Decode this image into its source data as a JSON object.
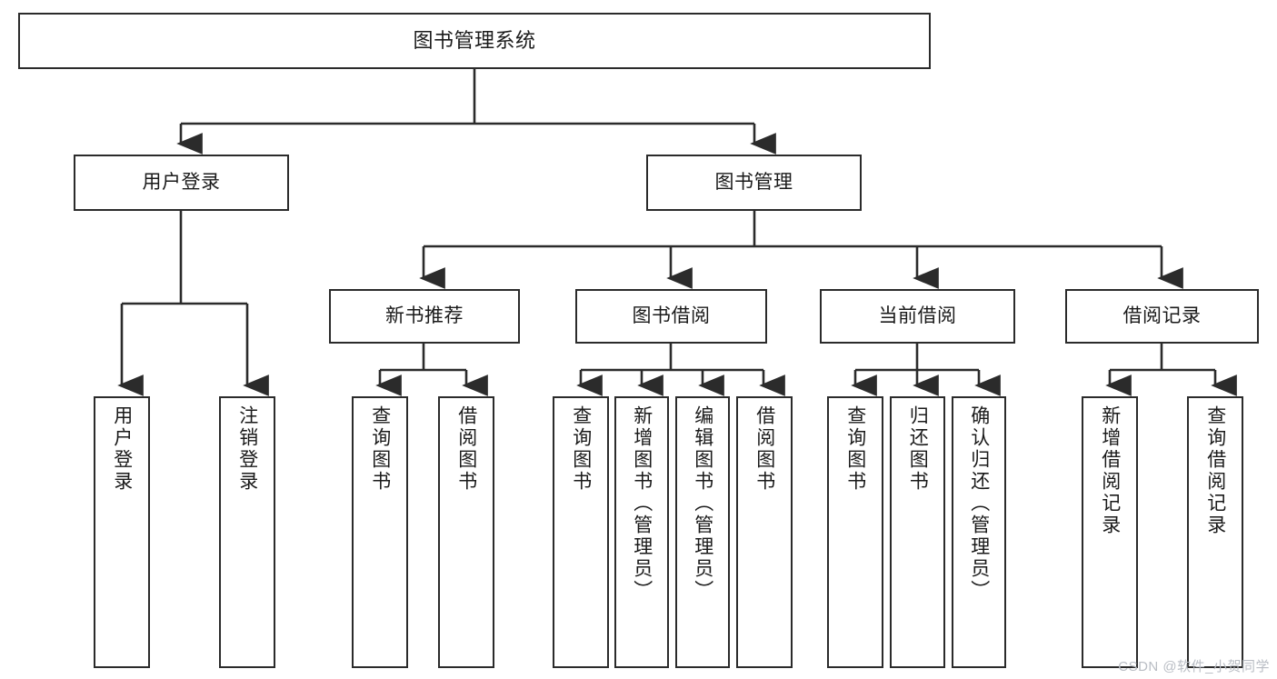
{
  "diagram": {
    "title": "图书管理系统",
    "type": "tree",
    "watermark": "CSDN @软件_小贺同学",
    "colors": {
      "border": "#2b2b2b",
      "background": "#ffffff",
      "text": "#1a1a1a",
      "watermark": "#b9bdc4"
    },
    "nodes": {
      "root": {
        "label": "图书管理系统"
      },
      "level2": [
        {
          "id": "user-login",
          "label": "用户登录"
        },
        {
          "id": "book-management",
          "label": "图书管理"
        }
      ],
      "level3": [
        {
          "id": "new-book-recommend",
          "label": "新书推荐"
        },
        {
          "id": "book-borrow",
          "label": "图书借阅"
        },
        {
          "id": "current-borrow",
          "label": "当前借阅"
        },
        {
          "id": "borrow-record",
          "label": "借阅记录"
        }
      ],
      "leaves": {
        "user_login": [
          {
            "id": "leaf-user-login",
            "label": "用户登录"
          },
          {
            "id": "leaf-logout-login",
            "label": "注销登录"
          }
        ],
        "new_book_recommend": [
          {
            "id": "leaf-query-book-1",
            "label": "查询图书"
          },
          {
            "id": "leaf-borrow-book-1",
            "label": "借阅图书"
          }
        ],
        "book_borrow": [
          {
            "id": "leaf-query-book-2",
            "label": "查询图书"
          },
          {
            "id": "leaf-add-book-admin",
            "label": "新增图书（管理员）"
          },
          {
            "id": "leaf-edit-book-admin",
            "label": "编辑图书（管理员）"
          },
          {
            "id": "leaf-borrow-book-2",
            "label": "借阅图书"
          }
        ],
        "current_borrow": [
          {
            "id": "leaf-query-book-3",
            "label": "查询图书"
          },
          {
            "id": "leaf-return-book",
            "label": "归还图书"
          },
          {
            "id": "leaf-confirm-return-admin",
            "label": "确认归还（管理员）"
          }
        ],
        "borrow_record": [
          {
            "id": "leaf-add-borrow-record",
            "label": "新增借阅记录"
          },
          {
            "id": "leaf-query-borrow-record",
            "label": "查询借阅记录"
          }
        ]
      }
    }
  }
}
